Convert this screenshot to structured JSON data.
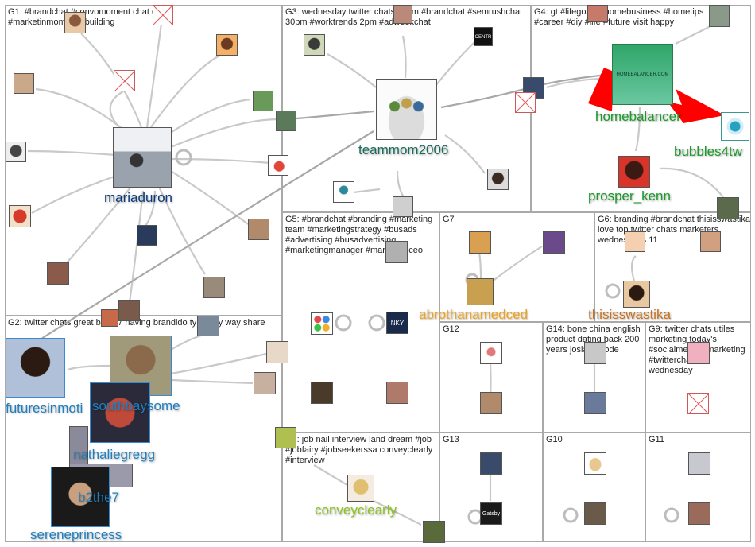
{
  "groups": {
    "g1": "G1: #brandchat #convomoment chat one #marketinmoments building",
    "g3": "G3: wednesday twitter chats 11am #brandchat #semrushchat 30pm #worktrends 2pm #adweekchat",
    "g4": "G4: gt #lifegoals #homebusiness #hometips #career #diy #life #future visit happy",
    "g5": "G5: #brandchat #branding #marketing team #marketingstrategy #busads #advertising #busadvertising #marketingmanager #marketingceo",
    "g7": "G7",
    "g6": "G6: branding #brandchat thisisswastika love top twitter chats marketers wednesdays 11",
    "g2": "G2: twitter chats great b2the7 having brandido type day way share",
    "g12": "G12",
    "g14": "G14: bone china english product dating back 200 years josiah spode",
    "g9": "G9: twitter chats utiles marketing today's #socialmedia #marketing #twitterchat list wednesday",
    "g8": "G8: job nail interview land dream #job #jobfairy #jobseekerssa conveyclearly #interview",
    "g13": "G13",
    "g10": "G10",
    "g11": "G11"
  },
  "labels": {
    "mariaduron": "mariaduron",
    "teammom2006": "teammom2006",
    "homebalancer": "homebalancer",
    "bubbles4tw": "bubbles4tw",
    "prosper_kenn": "prosper_kenn",
    "abrothanamedced": "abrothanamedced",
    "thisisswastika": "thisisswastika",
    "futuresinmoti": "futuresinmoti",
    "southbaysome": "southbaysome",
    "nathaliegregg": "nathaliegregg",
    "b2the7": "b2the7",
    "sereneprincess": "sereneprincess",
    "conveyclearly": "conveyclearly"
  },
  "avatar_text": {
    "homebalancer": "HOMEBALANCER.COM",
    "nky": "NKY",
    "centr": "CENTR",
    "gatsby": "Gatsby"
  },
  "colors": {
    "edge": "#c6c6c6",
    "edge_dark": "#9a9a9a",
    "arrow_red": "#ff0000",
    "group_border": "#a9a9a9"
  }
}
